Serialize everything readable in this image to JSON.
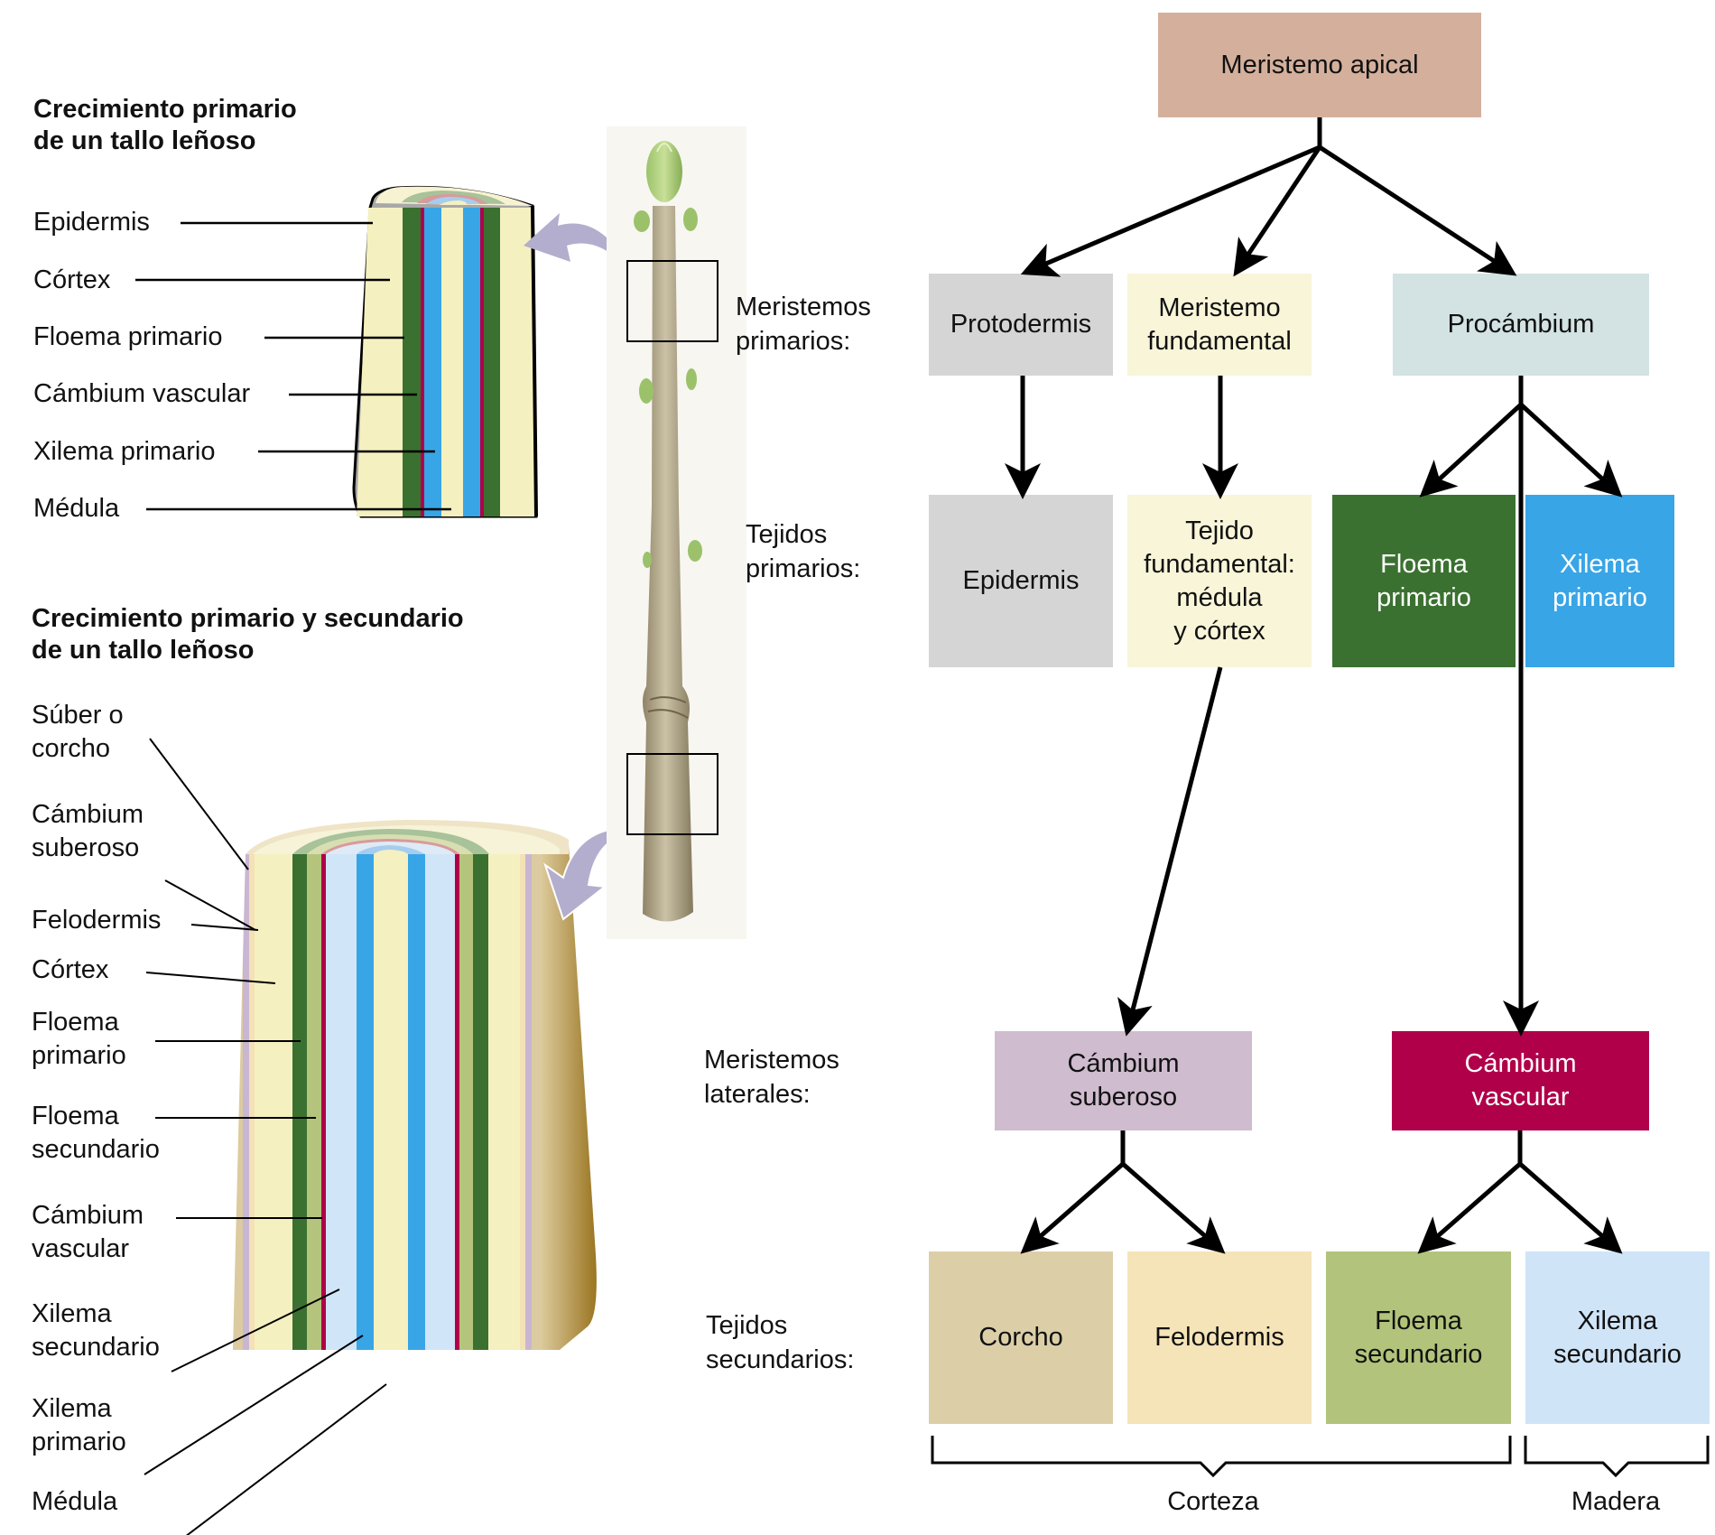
{
  "left_panel": {
    "primary_title": [
      "Crecimiento primario",
      "de un tallo leñoso"
    ],
    "primary_labels": [
      "Epidermis",
      "Córtex",
      "Floema primario",
      "Cámbium vascular",
      "Xilema primario",
      "Médula"
    ],
    "secondary_title": [
      "Crecimiento primario y secundario",
      "de un tallo leñoso"
    ],
    "secondary_labels": [
      [
        "Súber o",
        "corcho"
      ],
      [
        "Cámbium",
        "suberoso"
      ],
      [
        "Felodermis"
      ],
      [
        "Córtex"
      ],
      [
        "Floema",
        "primario"
      ],
      [
        "Floema",
        "secundario"
      ],
      [
        "Cámbium",
        "vascular"
      ],
      [
        "Xilema",
        "secundario"
      ],
      [
        "Xilema",
        "primario"
      ],
      [
        "Médula"
      ]
    ]
  },
  "row_labels": {
    "primary_meristems": [
      "Meristemos",
      "primarios:"
    ],
    "primary_tissues": [
      "Tejidos",
      "primarios:"
    ],
    "lateral_meristems": [
      "Meristemos",
      "laterales:"
    ],
    "secondary_tissues": [
      "Tejidos",
      "secundarios:"
    ]
  },
  "flowchart": {
    "apical": {
      "lines": [
        "Meristemo apical"
      ],
      "color": "#d4b09c"
    },
    "protodermis": {
      "lines": [
        "Protodermis"
      ],
      "color": "#d5d5d5"
    },
    "ground_meristem": {
      "lines": [
        "Meristemo",
        "fundamental"
      ],
      "color": "#f8f5d8"
    },
    "procambium": {
      "lines": [
        "Procámbium"
      ],
      "color": "#d3e2e2"
    },
    "epidermis": {
      "lines": [
        "Epidermis"
      ],
      "color": "#d5d5d5"
    },
    "ground_tissue": {
      "lines": [
        "Tejido",
        "fundamental:",
        "médula",
        "y córtex"
      ],
      "color": "#f8f5d8"
    },
    "primary_phloem": {
      "lines": [
        "Floema",
        "primario"
      ],
      "color": "#3b7130"
    },
    "primary_xylem": {
      "lines": [
        "Xilema",
        "primario"
      ],
      "color": "#38a5e6"
    },
    "cork_cambium": {
      "lines": [
        "Cámbium",
        "suberoso"
      ],
      "color": "#cfbccf"
    },
    "vascular_cambium": {
      "lines": [
        "Cámbium",
        "vascular"
      ],
      "color": "#b0004a"
    },
    "cork": {
      "lines": [
        "Corcho"
      ],
      "color": "#dccfa8"
    },
    "phelloderm": {
      "lines": [
        "Felodermis"
      ],
      "color": "#f5e4b8"
    },
    "secondary_phloem": {
      "lines": [
        "Floema",
        "secundario"
      ],
      "color": "#b2c47b"
    },
    "secondary_xylem": {
      "lines": [
        "Xilema",
        "secundario"
      ],
      "color": "#d0e4f7"
    }
  },
  "brackets": {
    "bark": "Corteza",
    "wood": "Madera"
  },
  "tissue_colors": {
    "cork": "#dccba0",
    "cork_cambium": "#c9b6d2",
    "phelloderm": "#f4e1b5",
    "cortex": "#f5f0c0",
    "primary_phloem": "#3b7130",
    "secondary_phloem": "#b5c47c",
    "vascular_cambium": "#b0004a",
    "secondary_xylem": "#d0e5f7",
    "primary_xylem": "#38a5e6",
    "epidermis": "#a8a8a8",
    "arrow": "#b3aecd"
  }
}
